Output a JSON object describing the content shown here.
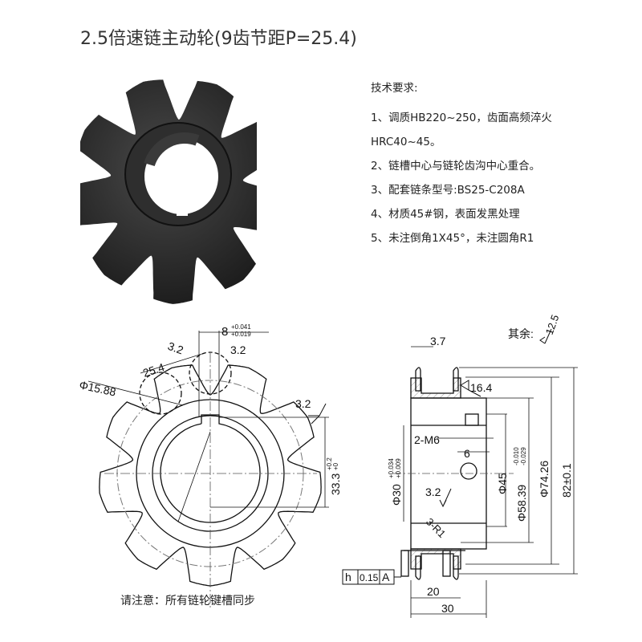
{
  "title": "2.5倍速链主动轮(9齿节距P=25.4)",
  "requirements": {
    "heading": "技术要求:",
    "lines": [
      "1、调质HB220~250，齿面高频淬火",
      "HRC40~45。",
      "2、链槽中心与链轮齿沟中心重合。",
      "3、配套链条型号:BS25-C208A",
      "4、材质45#钢，表面发黑处理",
      "5、未注倒角1X45°，未注圆角R1"
    ]
  },
  "front_view": {
    "roller_dia": "Φ15.88",
    "pitch": "25.4",
    "rough_left": "3.2",
    "rough_right": "3.2",
    "keyway_width": "8",
    "keyway_tol_upper": "+0.041",
    "keyway_tol_lower": "+0.019",
    "rough_side": "3.2",
    "key_depth": "33.3",
    "key_depth_tol_upper": "+0.2",
    "key_depth_tol_lower": "+0"
  },
  "side_view": {
    "rest_roughness_label": "其余:",
    "rest_roughness": "12.5",
    "tooth_width": "3.7",
    "chamfer": "16.4",
    "thread": "2-M6",
    "hole": "6",
    "bore": "Φ30",
    "bore_tol_upper": "+0.034",
    "bore_tol_lower": "+0.009",
    "rough_bore": "3.2",
    "fillet": "3-R1",
    "hub_dia": "Φ45",
    "root_dia": "Φ58.39",
    "root_tol_upper": "-0.010",
    "root_tol_lower": "-0.029",
    "pitch_dia": "Φ74.26",
    "outer_dia": "82±0.1",
    "tol_symbol": "h",
    "tol_value": "0.15",
    "datum": "A",
    "tooth_span": "20",
    "width": "30"
  },
  "note": "请注意：所有链轮键槽同步"
}
